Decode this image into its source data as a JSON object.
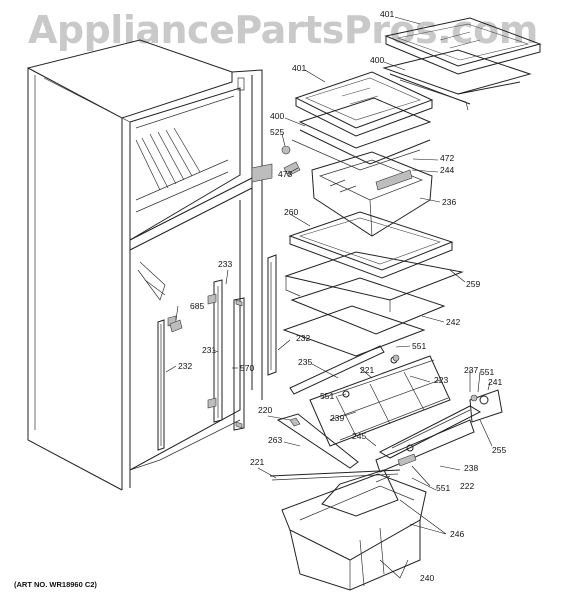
{
  "watermark": "AppliancePartsPros.com",
  "art_note": "(ART NO. WR18960 C2)",
  "labels": [
    "401",
    "400",
    "401",
    "525",
    "400",
    "472",
    "473",
    "244",
    "236",
    "260",
    "233",
    "259",
    "685",
    "242",
    "232",
    "231",
    "570",
    "232",
    "551",
    "235",
    "221",
    "237",
    "551",
    "241",
    "223",
    "551",
    "220",
    "239",
    "255",
    "263",
    "245",
    "238",
    "222",
    "551",
    "221",
    "246",
    "240"
  ]
}
